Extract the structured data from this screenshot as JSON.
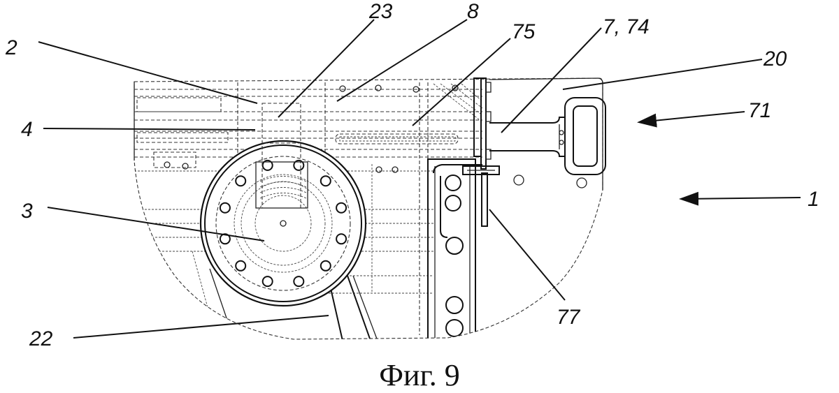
{
  "figure": {
    "caption": "Фиг. 9",
    "callouts": [
      {
        "id": "2",
        "text": "2"
      },
      {
        "id": "23",
        "text": "23"
      },
      {
        "id": "8",
        "text": "8"
      },
      {
        "id": "75",
        "text": "75"
      },
      {
        "id": "7-74",
        "text": "7, 74"
      },
      {
        "id": "20",
        "text": "20"
      },
      {
        "id": "4",
        "text": "4"
      },
      {
        "id": "71",
        "text": "71"
      },
      {
        "id": "1",
        "text": "1"
      },
      {
        "id": "3",
        "text": "3"
      },
      {
        "id": "77",
        "text": "77"
      },
      {
        "id": "22",
        "text": "22"
      }
    ]
  }
}
